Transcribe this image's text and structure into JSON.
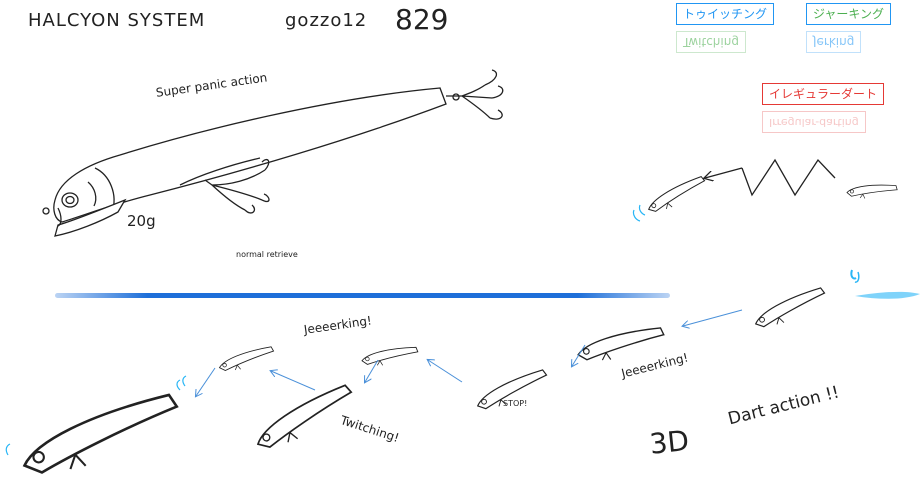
{
  "header": {
    "title": "HALCYON SYSTEM",
    "model": "gozzo12",
    "code": "829"
  },
  "tags": {
    "twitching": "トゥイッチング",
    "twitching_mirror": "Twitching",
    "jerking": "ジャーキング",
    "jerking_mirror": "Jerking",
    "irregular": "イレギュラーダート",
    "irregular_mirror": "Irregular-darting"
  },
  "labels": {
    "super_panic": "Super panic action",
    "weight": "20g",
    "normal_retrieve": "normal retrieve",
    "jerking_left": "Jeeeerking!",
    "jerking_right": "Jeeeerking!",
    "twitching": "Twitching!",
    "stop": "STOP!",
    "three_d": "3D",
    "dart_action": "Dart action !!"
  },
  "colors": {
    "twitching": "#2196f3",
    "jerking": "#4caf50",
    "irregular": "#e53935",
    "water": "#1e6fd9",
    "arrow": "#4a90d9",
    "splash": "#29b6f6"
  }
}
